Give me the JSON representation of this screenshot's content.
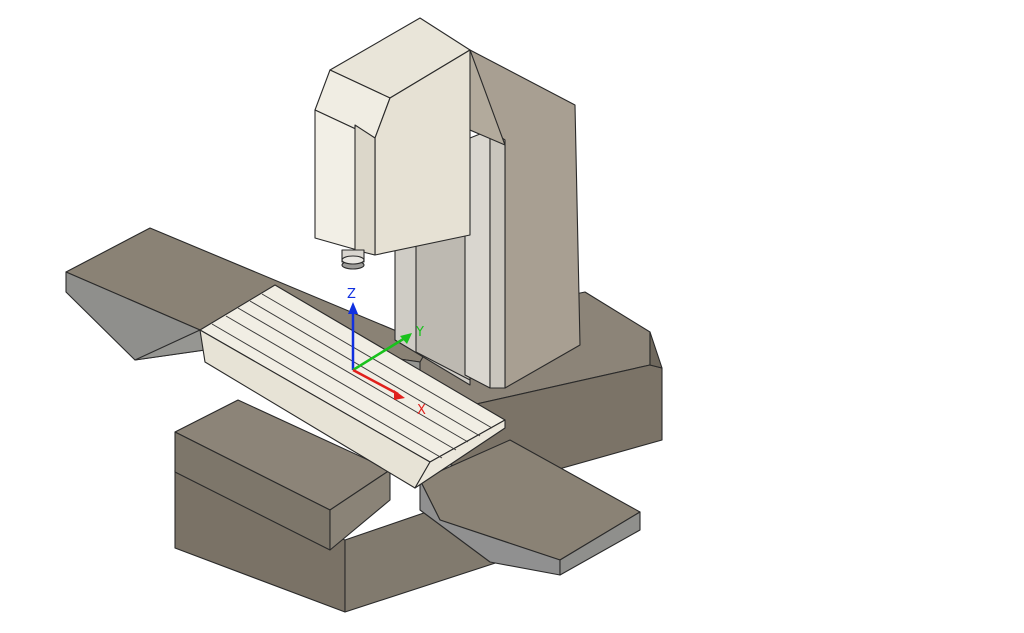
{
  "viewport": {
    "background": "#ffffff"
  },
  "axes": {
    "x": {
      "label": "X",
      "color": "#e0201c"
    },
    "y": {
      "label": "Y",
      "color": "#19c21c"
    },
    "z": {
      "label": "Z",
      "color": "#1030e0"
    }
  },
  "colors": {
    "base_top": "#8c8478",
    "base_side": "#7a7266",
    "column_front": "#d6d3cc",
    "column_side": "#a59c8f",
    "head_front": "#eeebe1",
    "head_side": "#ddd8cb",
    "table_top": "#f1eee4",
    "rail_top": "#8a8275",
    "rail_side": "#8f8f8c"
  }
}
